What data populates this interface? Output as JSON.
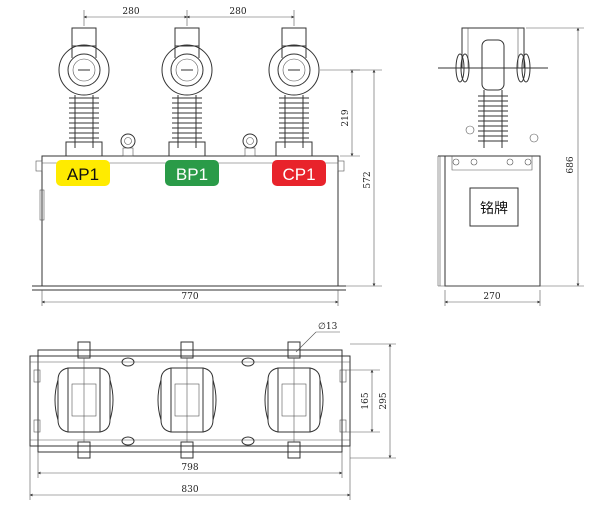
{
  "front_view": {
    "dim_pitch_1": "280",
    "dim_pitch_2": "280",
    "dim_insulator": "219",
    "dim_height": "572",
    "dim_width": "770",
    "phases": [
      {
        "label": "AP1",
        "color": "#ffeb00",
        "text_color": "#111111"
      },
      {
        "label": "BP1",
        "color": "#2a9b48",
        "text_color": "#ffffff"
      },
      {
        "label": "CP1",
        "color": "#e8232b",
        "text_color": "#ffffff"
      }
    ]
  },
  "side_view": {
    "nameplate": "铭牌",
    "dim_width": "270",
    "dim_height": "686"
  },
  "top_view": {
    "dim_hole": "∅13",
    "dim_165": "165",
    "dim_295": "295",
    "dim_798": "798",
    "dim_830": "830"
  }
}
